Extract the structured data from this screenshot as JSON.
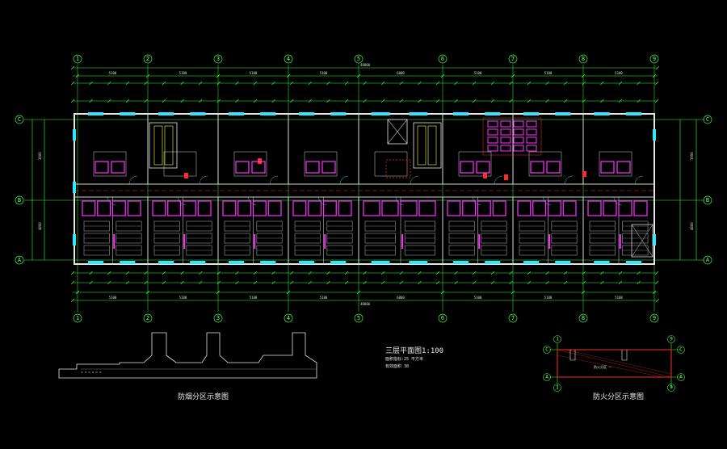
{
  "axes_top": [
    "1",
    "2",
    "3",
    "4",
    "5",
    "6",
    "7",
    "8",
    "9"
  ],
  "axes_side": [
    "C",
    "B",
    "A"
  ],
  "dims": {
    "overall": "48000",
    "bays": [
      "5100",
      "5100",
      "5100",
      "5100",
      "6000",
      "5100",
      "5100",
      "5100"
    ],
    "depth": [
      "3900",
      "4800"
    ]
  },
  "main_title": "三层平面图1:100",
  "main_notes": [
    "面积指标:25  平方米",
    "有效面积 38"
  ],
  "left_caption": "防烟分区示意图",
  "right_caption": "防火分区示意图",
  "inset_note": "防火分区 一",
  "colors": {
    "axis": "#33ff33",
    "wall": "#e6e6e6",
    "window": "#33e6ff",
    "fixture": "#ff33ff",
    "red": "#ff2a2a"
  }
}
